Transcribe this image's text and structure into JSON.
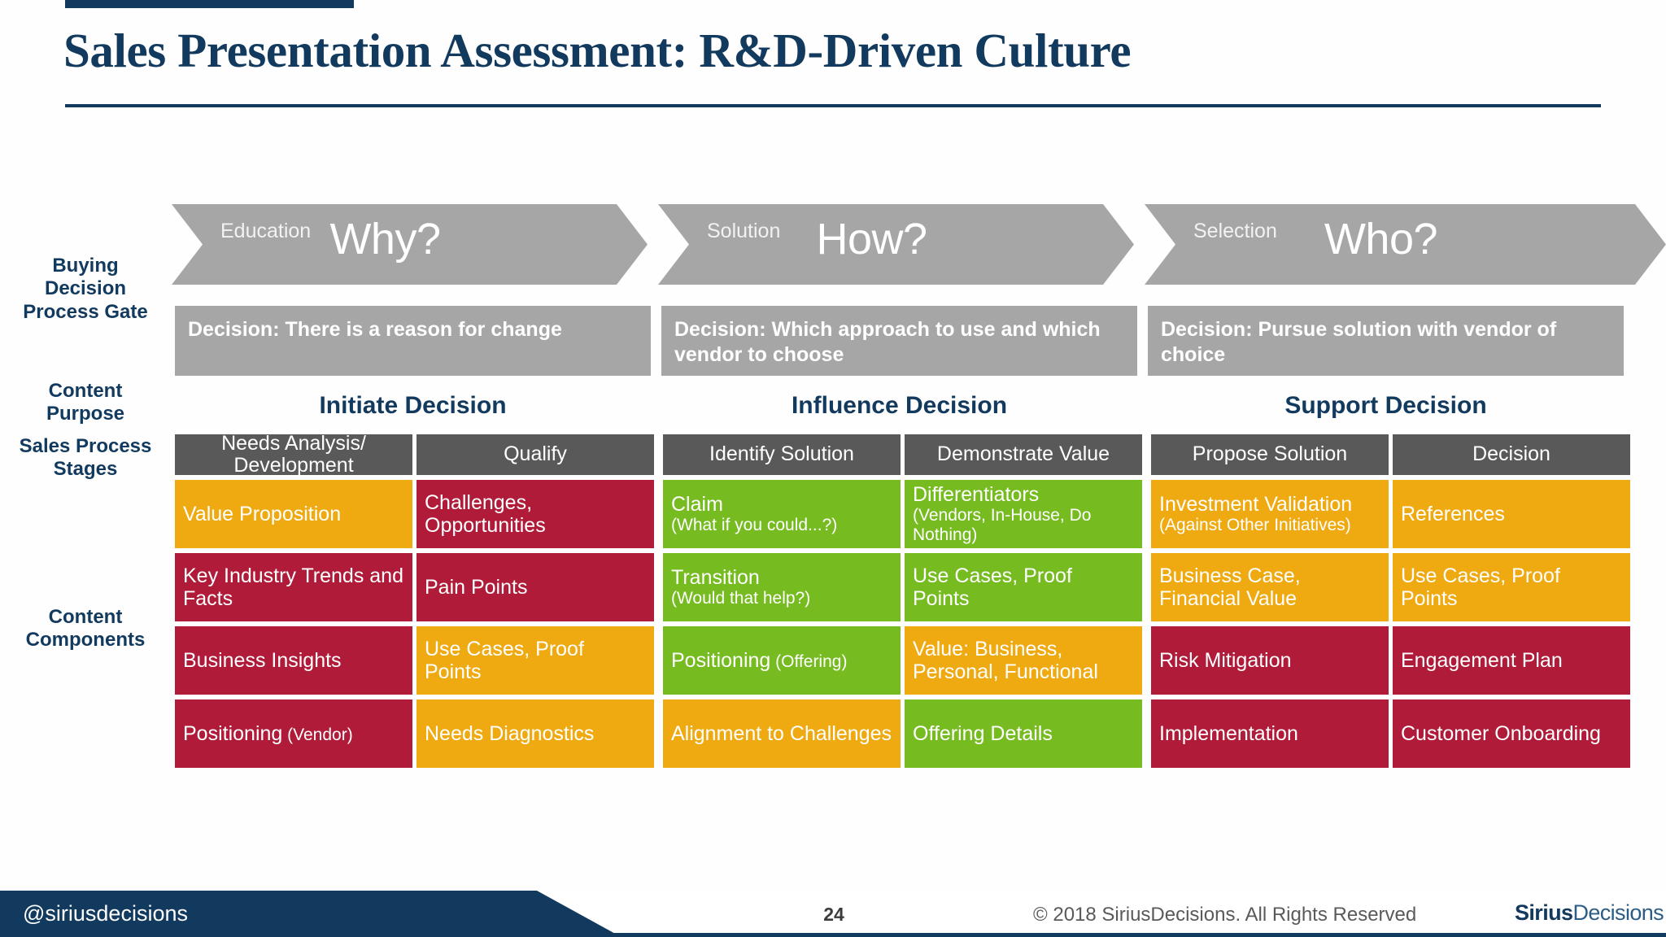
{
  "header": {
    "title": "Sales Presentation Assessment: R&D-Driven Culture"
  },
  "rail_labels": {
    "gate": "Buying\nDecision\nProcess Gate",
    "purpose": "Content\nPurpose",
    "stages": "Sales Process\nStages",
    "components": "Content\nComponents"
  },
  "colors": {
    "brand_navy": "#123A5E",
    "gray_band": "#A6A6A6",
    "stage_gray": "#595959",
    "amber": "#EFAA11",
    "crimson": "#AF1B39",
    "green": "#76BC21",
    "logo_green": "#8DC63F"
  },
  "gates": [
    {
      "eyebrow": "Education",
      "question": "Why?",
      "decision": "Decision: There is a reason for change",
      "purpose": "Initiate Decision"
    },
    {
      "eyebrow": "Solution",
      "question": "How?",
      "decision": "Decision: Which approach to use and which vendor to choose",
      "purpose": "Influence Decision"
    },
    {
      "eyebrow": "Selection",
      "question": "Who?",
      "decision": "Decision: Pursue solution with vendor of choice",
      "purpose": "Support Decision"
    }
  ],
  "columns": [
    {
      "stage": "Needs Analysis/ Development",
      "cells": [
        {
          "main": "Value Proposition",
          "sub": "",
          "inline_sub": "",
          "color": "amber"
        },
        {
          "main": "Key Industry Trends and Facts",
          "sub": "",
          "inline_sub": "",
          "color": "crimson"
        },
        {
          "main": "Business Insights",
          "sub": "",
          "inline_sub": "",
          "color": "crimson"
        },
        {
          "main": "Positioning",
          "sub": "",
          "inline_sub": "(Vendor)",
          "color": "crimson"
        }
      ]
    },
    {
      "stage": "Qualify",
      "cells": [
        {
          "main": "Challenges, Opportunities",
          "sub": "",
          "inline_sub": "",
          "color": "crimson"
        },
        {
          "main": "Pain Points",
          "sub": "",
          "inline_sub": "",
          "color": "crimson"
        },
        {
          "main": "Use Cases, Proof Points",
          "sub": "",
          "inline_sub": "",
          "color": "amber"
        },
        {
          "main": "Needs Diagnostics",
          "sub": "",
          "inline_sub": "",
          "color": "amber"
        }
      ]
    },
    {
      "stage": "Identify Solution",
      "cells": [
        {
          "main": "Claim",
          "sub": "(What if you could...?)",
          "inline_sub": "",
          "color": "green"
        },
        {
          "main": "Transition",
          "sub": "(Would that help?)",
          "inline_sub": "",
          "color": "green"
        },
        {
          "main": "Positioning",
          "sub": "",
          "inline_sub": "(Offering)",
          "color": "green"
        },
        {
          "main": "Alignment to Challenges",
          "sub": "",
          "inline_sub": "",
          "color": "amber"
        }
      ]
    },
    {
      "stage": "Demonstrate Value",
      "cells": [
        {
          "main": "Differentiators",
          "sub": "(Vendors, In-House, Do Nothing)",
          "inline_sub": "",
          "color": "green"
        },
        {
          "main": "Use Cases, Proof Points",
          "sub": "",
          "inline_sub": "",
          "color": "green"
        },
        {
          "main": "Value: Business, Personal, Functional",
          "sub": "",
          "inline_sub": "",
          "color": "amber"
        },
        {
          "main": "Offering Details",
          "sub": "",
          "inline_sub": "",
          "color": "green"
        }
      ]
    },
    {
      "stage": "Propose Solution",
      "cells": [
        {
          "main": "Investment Validation",
          "sub": "(Against Other Initiatives)",
          "inline_sub": "",
          "color": "amber"
        },
        {
          "main": "Business Case, Financial Value",
          "sub": "",
          "inline_sub": "",
          "color": "amber"
        },
        {
          "main": "Risk Mitigation",
          "sub": "",
          "inline_sub": "",
          "color": "crimson"
        },
        {
          "main": "Implementation",
          "sub": "",
          "inline_sub": "",
          "color": "crimson"
        }
      ]
    },
    {
      "stage": "Decision",
      "cells": [
        {
          "main": "References",
          "sub": "",
          "inline_sub": "",
          "color": "amber"
        },
        {
          "main": "Use Cases, Proof Points",
          "sub": "",
          "inline_sub": "",
          "color": "amber"
        },
        {
          "main": "Engagement Plan",
          "sub": "",
          "inline_sub": "",
          "color": "crimson"
        },
        {
          "main": "Customer Onboarding",
          "sub": "",
          "inline_sub": "",
          "color": "crimson"
        }
      ]
    }
  ],
  "footer": {
    "handle": "@siriusdecisions",
    "page_number": "24",
    "copyright": "© 2018 SiriusDecisions. All Rights Reserved",
    "logo_part1": "Sirius",
    "logo_part2": "Decisions",
    "logo_icon": "play-triangle-icon"
  }
}
